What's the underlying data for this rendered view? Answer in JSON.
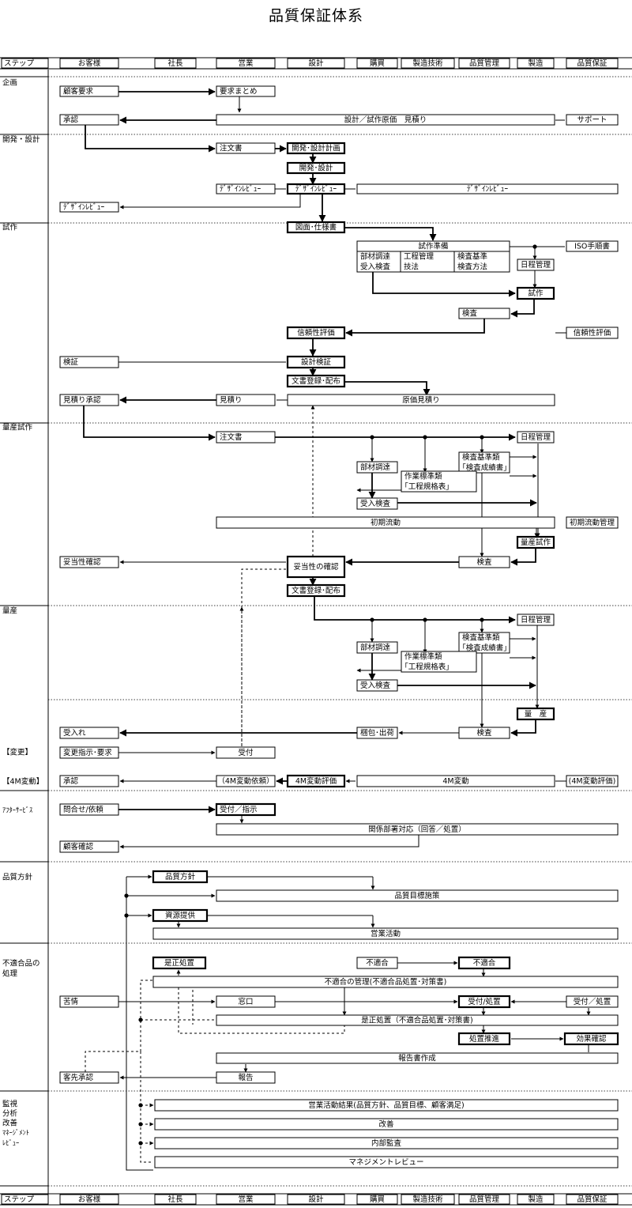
{
  "title": "品質保証体系",
  "columns": [
    "ステップ",
    "お客様",
    "社長",
    "営業",
    "設計",
    "購買",
    "製造技術",
    "品質管理",
    "製造",
    "品質保証"
  ],
  "stages": [
    "企画",
    "開発・設計",
    "試作",
    "量産試作",
    "量産",
    "【変更】",
    "【4M変動】",
    "ｱﾌﾀｰｻｰﾋﾞｽ",
    "品質方針",
    "不適合品の",
    "処理",
    "監視",
    "分析",
    "改善",
    "ﾏﾈｰｼﾞﾒﾝﾄ",
    "ﾚﾋﾞｭｰ"
  ],
  "boxes": {
    "kokyaku_yokyu": "顧客要求",
    "yokyu_matome": "要求まとめ",
    "shonin1": "承認",
    "genka_mitsumori": "設計／試作原価　見積り",
    "support": "サポート",
    "chumon1": "注文書",
    "kaihatsu_keikaku": "開発･設計計画",
    "kaihatsu_sekkei": "開発･設計",
    "dr_eigyo": "ﾃﾞｻﾞｲﾝﾚﾋﾞｭｰ",
    "dr_sekkei": "ﾃﾞｻﾞｲﾝﾚﾋﾞｭｰ",
    "dr_right": "ﾃﾞｻﾞｲﾝﾚﾋﾞｭｰ",
    "dr_kyaku": "ﾃﾞｻﾞｲﾝﾚﾋﾞｭｰ",
    "zumen": "図面･仕様書",
    "shisaku_junbi": "試作準備",
    "buzai1a": "部材調達",
    "buzai1b": "受入検査",
    "kotei_a": "工程管理",
    "kotei_b": "技法",
    "kensa_kijun1a": "検査基準",
    "kensa_kijun1b": "検査方法",
    "iso": "ISO手順書",
    "nittei1": "日程管理",
    "shisaku": "試作",
    "kensa1": "検査",
    "shinrai1": "信頼性評価",
    "shinrai2": "信頼性評価",
    "kensho": "検証",
    "sekkei_kensho": "設計検証",
    "bunsho1": "文書登録･配布",
    "mitsumori_shonin": "見積り承認",
    "mitsumori": "見積り",
    "genka2": "原価見積り",
    "chumon2": "注文書",
    "nittei2": "日程管理",
    "kk2a": "検査基準類",
    "kk2b": "｢検査成績書｣",
    "buzai2": "部材調達",
    "sagyo2a": "作業標準類",
    "sagyo2b": "｢工程規格表｣",
    "ukeire2": "受入検査",
    "shoki": "初期流動",
    "shoki_kanri": "初期流動管理",
    "ryosan_shisaku": "量産試作",
    "dato_kakunin": "妥当性確認",
    "dato_no_kakunin": "妥当性の確認",
    "kensa2": "検査",
    "bunsho2": "文書登録･配布",
    "nittei3": "日程管理",
    "kk3a": "検査基準類",
    "kk3b": "｢検査成績書｣",
    "buzai3": "部材調達",
    "sagyo3a": "作業標準類",
    "sagyo3b": "｢工程規格表｣",
    "ukeire3": "受入検査",
    "ryosan": "量　産",
    "ukeire_kyaku": "受入れ",
    "konpo": "梱包･出荷",
    "kensa3": "検査",
    "henko_shiji": "変更指示･要求",
    "uketsuke1": "受付",
    "shonin2": "承認",
    "m4_irai": "（4M変動依頼）",
    "m4_hyoka": "4M変動評価",
    "m4_hendo": "4M変動",
    "m4_hyoka2": "(4M変動評価)",
    "toiawase": "問合せ/依頼",
    "uketsuke_shiji": "受付／指示",
    "kankei": "関係部署対応（回答／処置）",
    "kokyaku_kakunin": "顧客確認",
    "hinshitsu_hoshin": "品質方針",
    "mokuhyo": "品質目標施策",
    "shigen": "資源提供",
    "eigyo_katsudo": "営業活動",
    "zesei": "是正処置",
    "futekigo1": "不適合",
    "futekigo2": "不適合",
    "futekigo_kanri": "不適合の管理(不適合品処置･対策書)",
    "kujo": "苦情",
    "madoguchi": "窓口",
    "uketsuke_shochi1": "受付/処置",
    "uketsuke_shochi2": "受付／処置",
    "zesei_shochi": "是正処置（不適合品処置･対策書)",
    "shochi_suishin": "処置推進",
    "koka_kakunin": "効果確認",
    "hokokusho": "報告書作成",
    "kyakusaki": "客先承認",
    "hokoku": "報告",
    "katsudo_kekka": "営業活動結果(品質方針、品質目標、顧客満足)",
    "kaizen": "改善",
    "naibu": "内部監査",
    "mgmt": "マネジメントレビュー"
  }
}
